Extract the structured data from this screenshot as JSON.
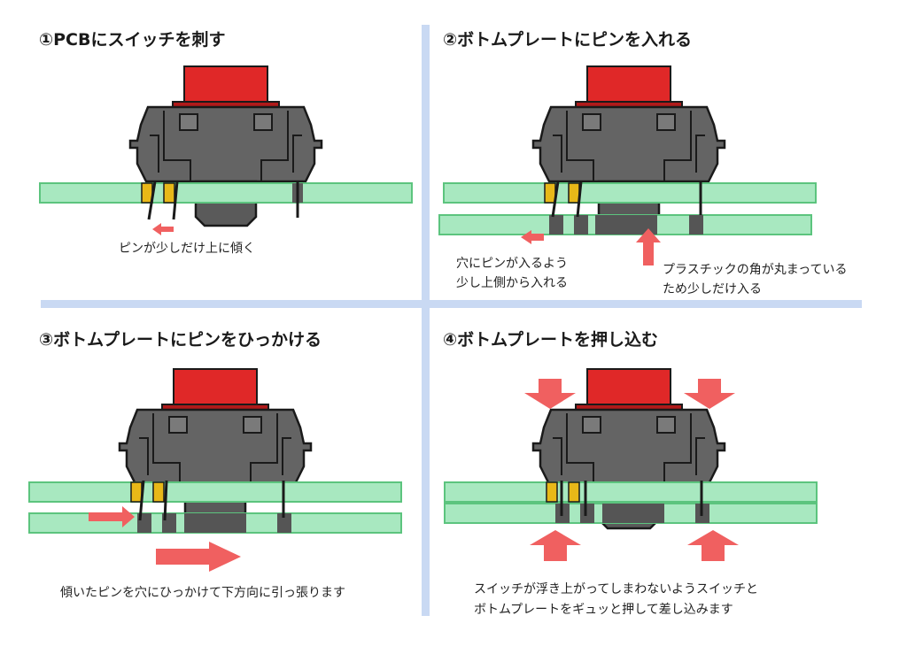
{
  "panels": [
    {
      "title": "①PCBにスイッチを刺す",
      "captions": [
        "ピンが少しだけ上に傾く"
      ]
    },
    {
      "title": "②ボトムプレートにピンを入れる",
      "captions": [
        "穴にピンが入るよう",
        "少し上側から入れる",
        "プラスチックの角が丸まっている",
        "ため少しだけ入る"
      ]
    },
    {
      "title": "③ボトムプレートにピンをひっかける",
      "captions": [
        "傾いたピンを穴にひっかけて下方向に引っ張ります"
      ]
    },
    {
      "title": "④ボトムプレートを押し込む",
      "captions": [
        "スイッチが浮き上がってしまわないようスイッチと",
        "ボトムプレートをギュッと押して差し込みます"
      ]
    }
  ],
  "colors": {
    "divider": "#c9d9f3",
    "pcb_fill": "#a8e8c0",
    "pcb_stroke": "#5cc47e",
    "switch_housing": "#646464",
    "switch_stem": "#e02828",
    "pin_highlight": "#e8b818",
    "arrow": "#f06060"
  }
}
